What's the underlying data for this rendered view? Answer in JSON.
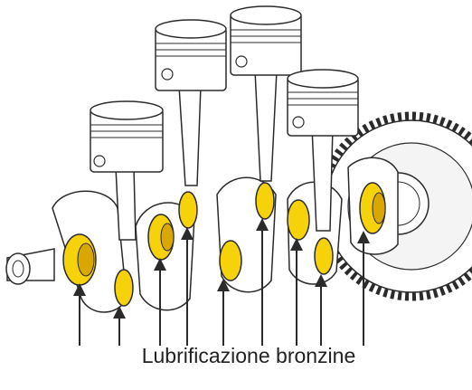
{
  "caption": "Lubrificazione bronzine",
  "colors": {
    "bearing": "#F6D20A",
    "bearing_shade": "#D9A800",
    "outline": "#2b2b2b",
    "metal": "#ffffff",
    "metal_shade": "#e6e6e6"
  },
  "parts": {
    "pistons": 4,
    "connecting_rods": 4,
    "main_bearings_highlighted": 5,
    "rod_bearings_highlighted": 4,
    "arrows": 9
  }
}
